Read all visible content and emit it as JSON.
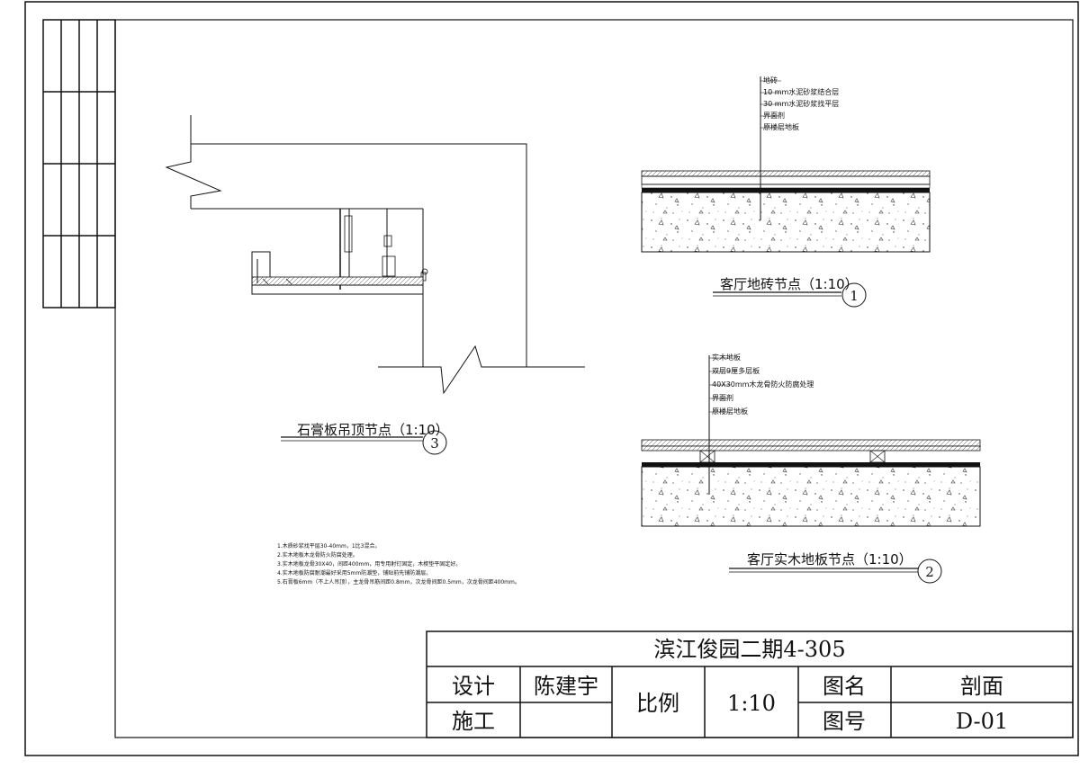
{
  "title_block": {
    "project": "滨江俊园二期4-305",
    "design_label": "设计",
    "designer": "陈建宇",
    "scale_label": "比例",
    "scale_value": "1:10",
    "drawing_name_label": "图名",
    "drawing_name": "剖面",
    "construction_label": "施工",
    "construction_value": "",
    "drawing_no_label": "图号",
    "drawing_no": "D-01"
  },
  "details": {
    "ceiling": {
      "title": "石膏板吊顶节点（1:10）",
      "number": "3"
    },
    "tile": {
      "title": "客厅地砖节点（1:10）",
      "number": "1",
      "layers": [
        "地砖",
        "10 mm水泥砂浆结合层",
        "30 mm水泥砂浆找平层",
        "界面剂",
        "原楼层地板"
      ]
    },
    "wood": {
      "title": "客厅实木地板节点（1:10）",
      "number": "2",
      "layers": [
        "实木地板",
        "双层9厘多层板",
        "40X30mm木龙骨防火防腐处理",
        "界面剂",
        "原楼层地板"
      ]
    }
  },
  "notes": [
    "1.木质砂浆找平层30-40mm，1比3混合。",
    "2.实木地板木龙骨防火防腐处理。",
    "3.实木地板龙骨30X40，间距400mm，用专用射钉固定，木楔垫平固定好。",
    "4.实木地板防腐耐潮最好采用5mm防潮垫，铺贴前先铺防潮层。",
    "5.石膏板6mm（不上人吊顶），主龙骨吊筋间距0.8mm，次龙骨间距0.5mm，次龙骨间距400mm。"
  ]
}
